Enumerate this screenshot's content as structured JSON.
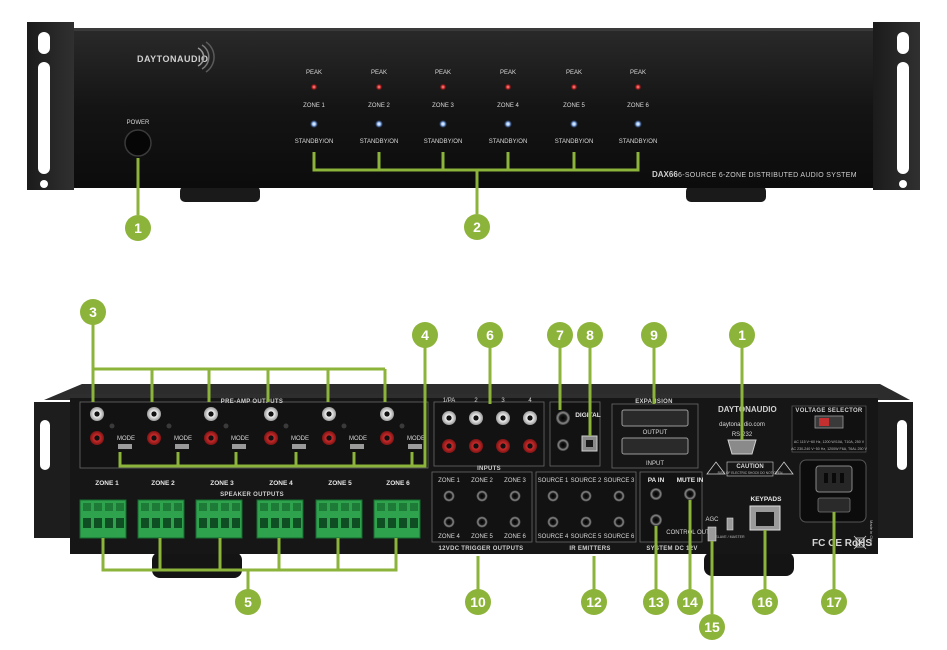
{
  "front": {
    "brand": "DAYTONAUDIO",
    "power_label": "POWER",
    "zones": [
      {
        "peak": "PEAK",
        "zone": "ZONE 1",
        "standby": "STANDBY/ON"
      },
      {
        "peak": "PEAK",
        "zone": "ZONE 2",
        "standby": "STANDBY/ON"
      },
      {
        "peak": "PEAK",
        "zone": "ZONE 3",
        "standby": "STANDBY/ON"
      },
      {
        "peak": "PEAK",
        "zone": "ZONE 4",
        "standby": "STANDBY/ON"
      },
      {
        "peak": "PEAK",
        "zone": "ZONE 5",
        "standby": "STANDBY/ON"
      },
      {
        "peak": "PEAK",
        "zone": "ZONE 6",
        "standby": "STANDBY/ON"
      }
    ],
    "model": "DAX66",
    "tagline": "6-SOURCE 6-ZONE DISTRIBUTED AUDIO SYSTEM"
  },
  "rear": {
    "preamp_label": "PRE-AMP OUTPUTS",
    "speaker_label": "SPEAKER OUTPUTS",
    "zone_labels": [
      "ZONE 1",
      "ZONE 2",
      "ZONE 3",
      "ZONE 4",
      "ZONE 5",
      "ZONE 6"
    ],
    "mode_label": "MODE",
    "inputs_label": "INPUTS",
    "input_cols": [
      "1/PA",
      "2",
      "3",
      "4"
    ],
    "digital_label": "DIGITAL",
    "expansion_label": "EXPANSION",
    "output_label": "OUTPUT",
    "input_label": "INPUT",
    "rs232_label": "RS-232",
    "brand": "DAYTONAUDIO",
    "website": "daytonaudio.com",
    "voltage_label": "VOLTAGE SELECTOR",
    "voltage_line1": "AC 115 V~60 Hz, 1200 W/10A, T10A, 250 V",
    "voltage_line2": "AC 230-240 V~50 Hz, 1200W F6A, T6AL 250 V",
    "caution_label": "CAUTION",
    "caution_sub": "RISK OF ELECTRIC SHOCK DO NOT OPEN",
    "trigger_zones": [
      "ZONE 1",
      "ZONE 2",
      "ZONE 3",
      "ZONE 4",
      "ZONE 5",
      "ZONE 6"
    ],
    "trigger_label": "12VDC TRIGGER OUTPUTS",
    "ir_sources": [
      "SOURCE 1",
      "SOURCE 2",
      "SOURCE 3",
      "SOURCE 4",
      "SOURCE 5",
      "SOURCE 6"
    ],
    "ir_label": "IR EMITTERS",
    "pa_in": "PA IN",
    "mute_in": "MUTE IN",
    "system_dc_label": "SYSTEM DC 12V",
    "control_out": "CONTROL OUT",
    "agc_label": "AGC",
    "slave_master": "SLAVE / MASTER",
    "keypads_label": "KEYPADS",
    "cert_marks": "FC CE RoHS",
    "made_in": "Made in China"
  },
  "callouts": [
    "1",
    "2",
    "3",
    "4",
    "5",
    "6",
    "7",
    "8",
    "9",
    "1",
    "10",
    "12",
    "13",
    "14",
    "15",
    "16",
    "17"
  ],
  "colors": {
    "chassis": "#151515",
    "callout_green": "#8cb33a",
    "peak_led": "#d03030",
    "standby_led": "#6fa8ff",
    "terminal_green": "#2fa24d"
  }
}
